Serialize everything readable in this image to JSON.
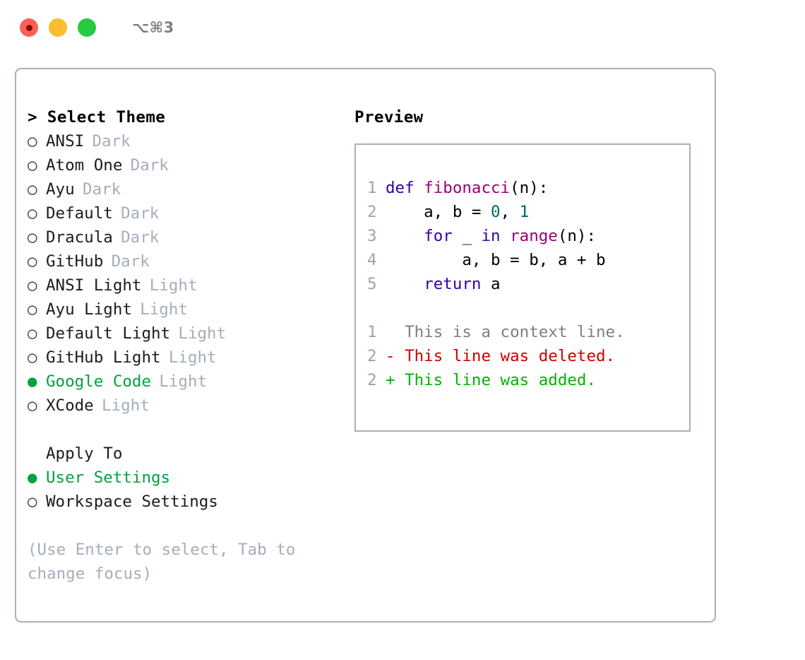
{
  "window": {
    "shortcut_label": "⌥⌘3",
    "traffic_lights": [
      {
        "name": "close",
        "color": "#ff5f57"
      },
      {
        "name": "minimize",
        "color": "#febc2e"
      },
      {
        "name": "zoom",
        "color": "#28c840"
      }
    ]
  },
  "left": {
    "header": "> Select Theme",
    "themes": [
      {
        "marker": "○",
        "name": "ANSI",
        "kind": "Dark",
        "selected": false
      },
      {
        "marker": "○",
        "name": "Atom One",
        "kind": "Dark",
        "selected": false
      },
      {
        "marker": "○",
        "name": "Ayu",
        "kind": "Dark",
        "selected": false
      },
      {
        "marker": "○",
        "name": "Default",
        "kind": "Dark",
        "selected": false
      },
      {
        "marker": "○",
        "name": "Dracula",
        "kind": "Dark",
        "selected": false
      },
      {
        "marker": "○",
        "name": "GitHub",
        "kind": "Dark",
        "selected": false
      },
      {
        "marker": "○",
        "name": "ANSI Light",
        "kind": "Light",
        "selected": false
      },
      {
        "marker": "○",
        "name": "Ayu Light",
        "kind": "Light",
        "selected": false
      },
      {
        "marker": "○",
        "name": "Default Light",
        "kind": "Light",
        "selected": false
      },
      {
        "marker": "○",
        "name": "GitHub Light",
        "kind": "Light",
        "selected": false
      },
      {
        "marker": "●",
        "name": "Google Code",
        "kind": "Light",
        "selected": true
      },
      {
        "marker": "○",
        "name": "XCode",
        "kind": "Light",
        "selected": false
      }
    ],
    "apply_to_label": "Apply To",
    "apply_to": [
      {
        "marker": "●",
        "name": "User Settings",
        "selected": true
      },
      {
        "marker": "○",
        "name": "Workspace Settings",
        "selected": false
      }
    ],
    "hint": "(Use Enter to select, Tab to change focus)"
  },
  "right": {
    "preview_title": "Preview",
    "code_lines": [
      {
        "gutter": "1",
        "tokens": [
          {
            "text": "def ",
            "type": "kw"
          },
          {
            "text": "fibonacci",
            "type": "fn"
          },
          {
            "text": "(n):",
            "type": "plain"
          }
        ]
      },
      {
        "gutter": "2",
        "tokens": [
          {
            "text": "    a, b = ",
            "type": "plain"
          },
          {
            "text": "0",
            "type": "num"
          },
          {
            "text": ", ",
            "type": "plain"
          },
          {
            "text": "1",
            "type": "num"
          }
        ]
      },
      {
        "gutter": "3",
        "tokens": [
          {
            "text": "    ",
            "type": "plain"
          },
          {
            "text": "for",
            "type": "kw"
          },
          {
            "text": " _ ",
            "type": "plain"
          },
          {
            "text": "in",
            "type": "kw"
          },
          {
            "text": " ",
            "type": "plain"
          },
          {
            "text": "range",
            "type": "fn"
          },
          {
            "text": "(n):",
            "type": "plain"
          }
        ]
      },
      {
        "gutter": "4",
        "tokens": [
          {
            "text": "        a, b = b, a + b",
            "type": "plain"
          }
        ]
      },
      {
        "gutter": "5",
        "tokens": [
          {
            "text": "    ",
            "type": "plain"
          },
          {
            "text": "return",
            "type": "kw"
          },
          {
            "text": " a",
            "type": "plain"
          }
        ]
      }
    ],
    "diff_lines": [
      {
        "gutter": "1",
        "sign": "  ",
        "text": "This is a context line.",
        "type": "ctx"
      },
      {
        "gutter": "2",
        "sign": "- ",
        "text": "This line was deleted.",
        "type": "del"
      },
      {
        "gutter": "2",
        "sign": "+ ",
        "text": "This line was added.",
        "type": "add"
      }
    ]
  },
  "colors": {
    "accent_green": "#00A33F",
    "muted": "#a6adbb",
    "border": "#a7b0bd",
    "keyword": "#3300AA",
    "function": "#990073",
    "number": "#006666",
    "diff_context": "#7f7f7f",
    "diff_deleted": "#cc0000",
    "diff_added": "#00b300"
  }
}
